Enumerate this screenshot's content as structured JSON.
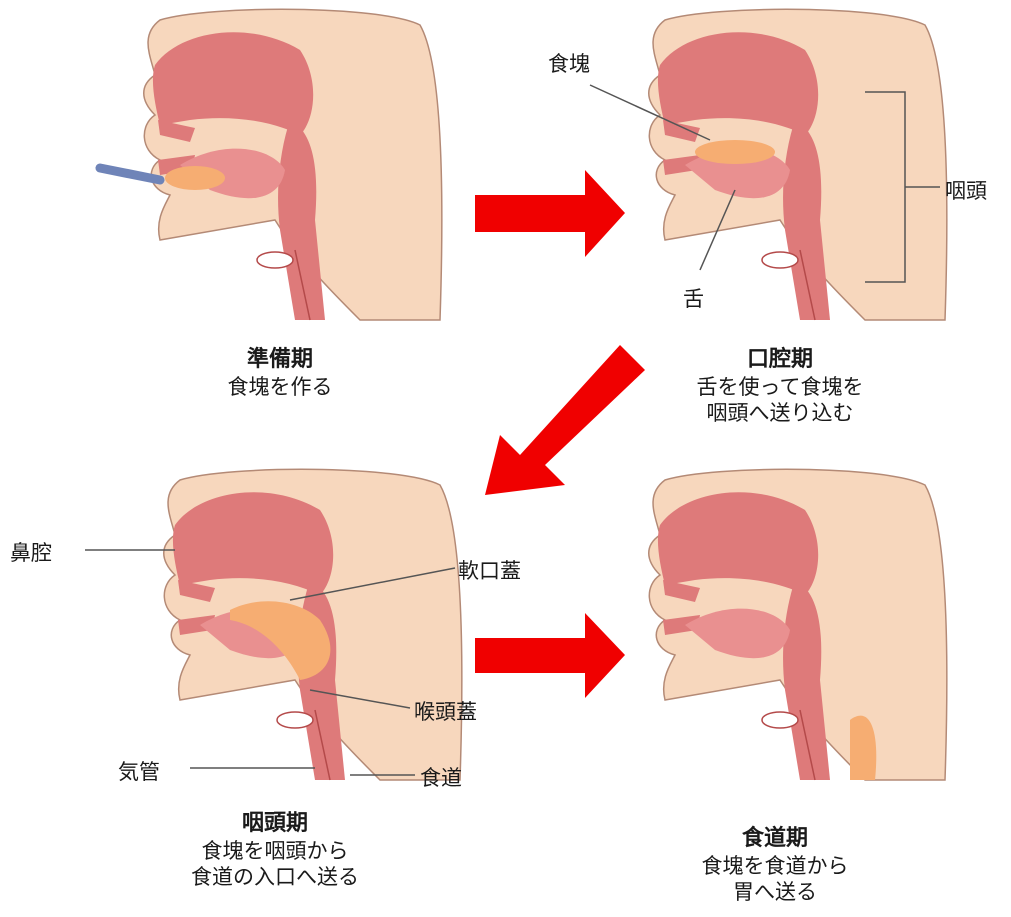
{
  "stages": [
    {
      "title": "準備期",
      "desc": [
        "食塊を作る"
      ]
    },
    {
      "title": "口腔期",
      "desc": [
        "舌を使って食塊を",
        "咽頭へ送り込む"
      ]
    },
    {
      "title": "咽頭期",
      "desc": [
        "食塊を咽頭から",
        "食道の入口へ送る"
      ]
    },
    {
      "title": "食道期",
      "desc": [
        "食塊を食道から",
        "胃へ送る"
      ]
    }
  ],
  "labels": {
    "bolus": "食塊",
    "tongue": "舌",
    "pharynx": "咽頭",
    "nasal_cavity": "鼻腔",
    "soft_palate": "軟口蓋",
    "epiglottis": "喉頭蓋",
    "trachea": "気管",
    "esophagus": "食道"
  },
  "colors": {
    "skin": "#f7d7bd",
    "tissue": "#de7a7a",
    "tissue_dark": "#b44a4a",
    "bolus": "#f6ad72",
    "arrow": "#f00000",
    "spoon": "#6f84b8"
  }
}
